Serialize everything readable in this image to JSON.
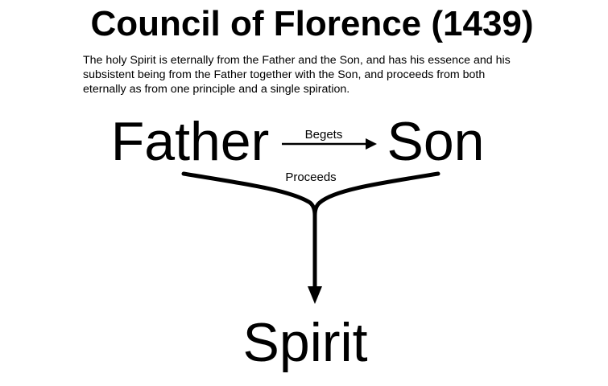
{
  "title": "Council of Florence (1439)",
  "quote": {
    "lines": [
      "The holy Spirit is eternally from the Father and the Son, and has his essence and his",
      "subsistent being from the Father together with the Son, and proceeds from both",
      "eternally as from one principle and a single spiration."
    ]
  },
  "diagram": {
    "nodes": {
      "father": "Father",
      "son": "Son",
      "spirit": "Spirit"
    },
    "edges": {
      "begets": "Begets",
      "proceeds": "Proceeds"
    }
  },
  "colors": {
    "text": "#000000",
    "background": "#ffffff"
  }
}
